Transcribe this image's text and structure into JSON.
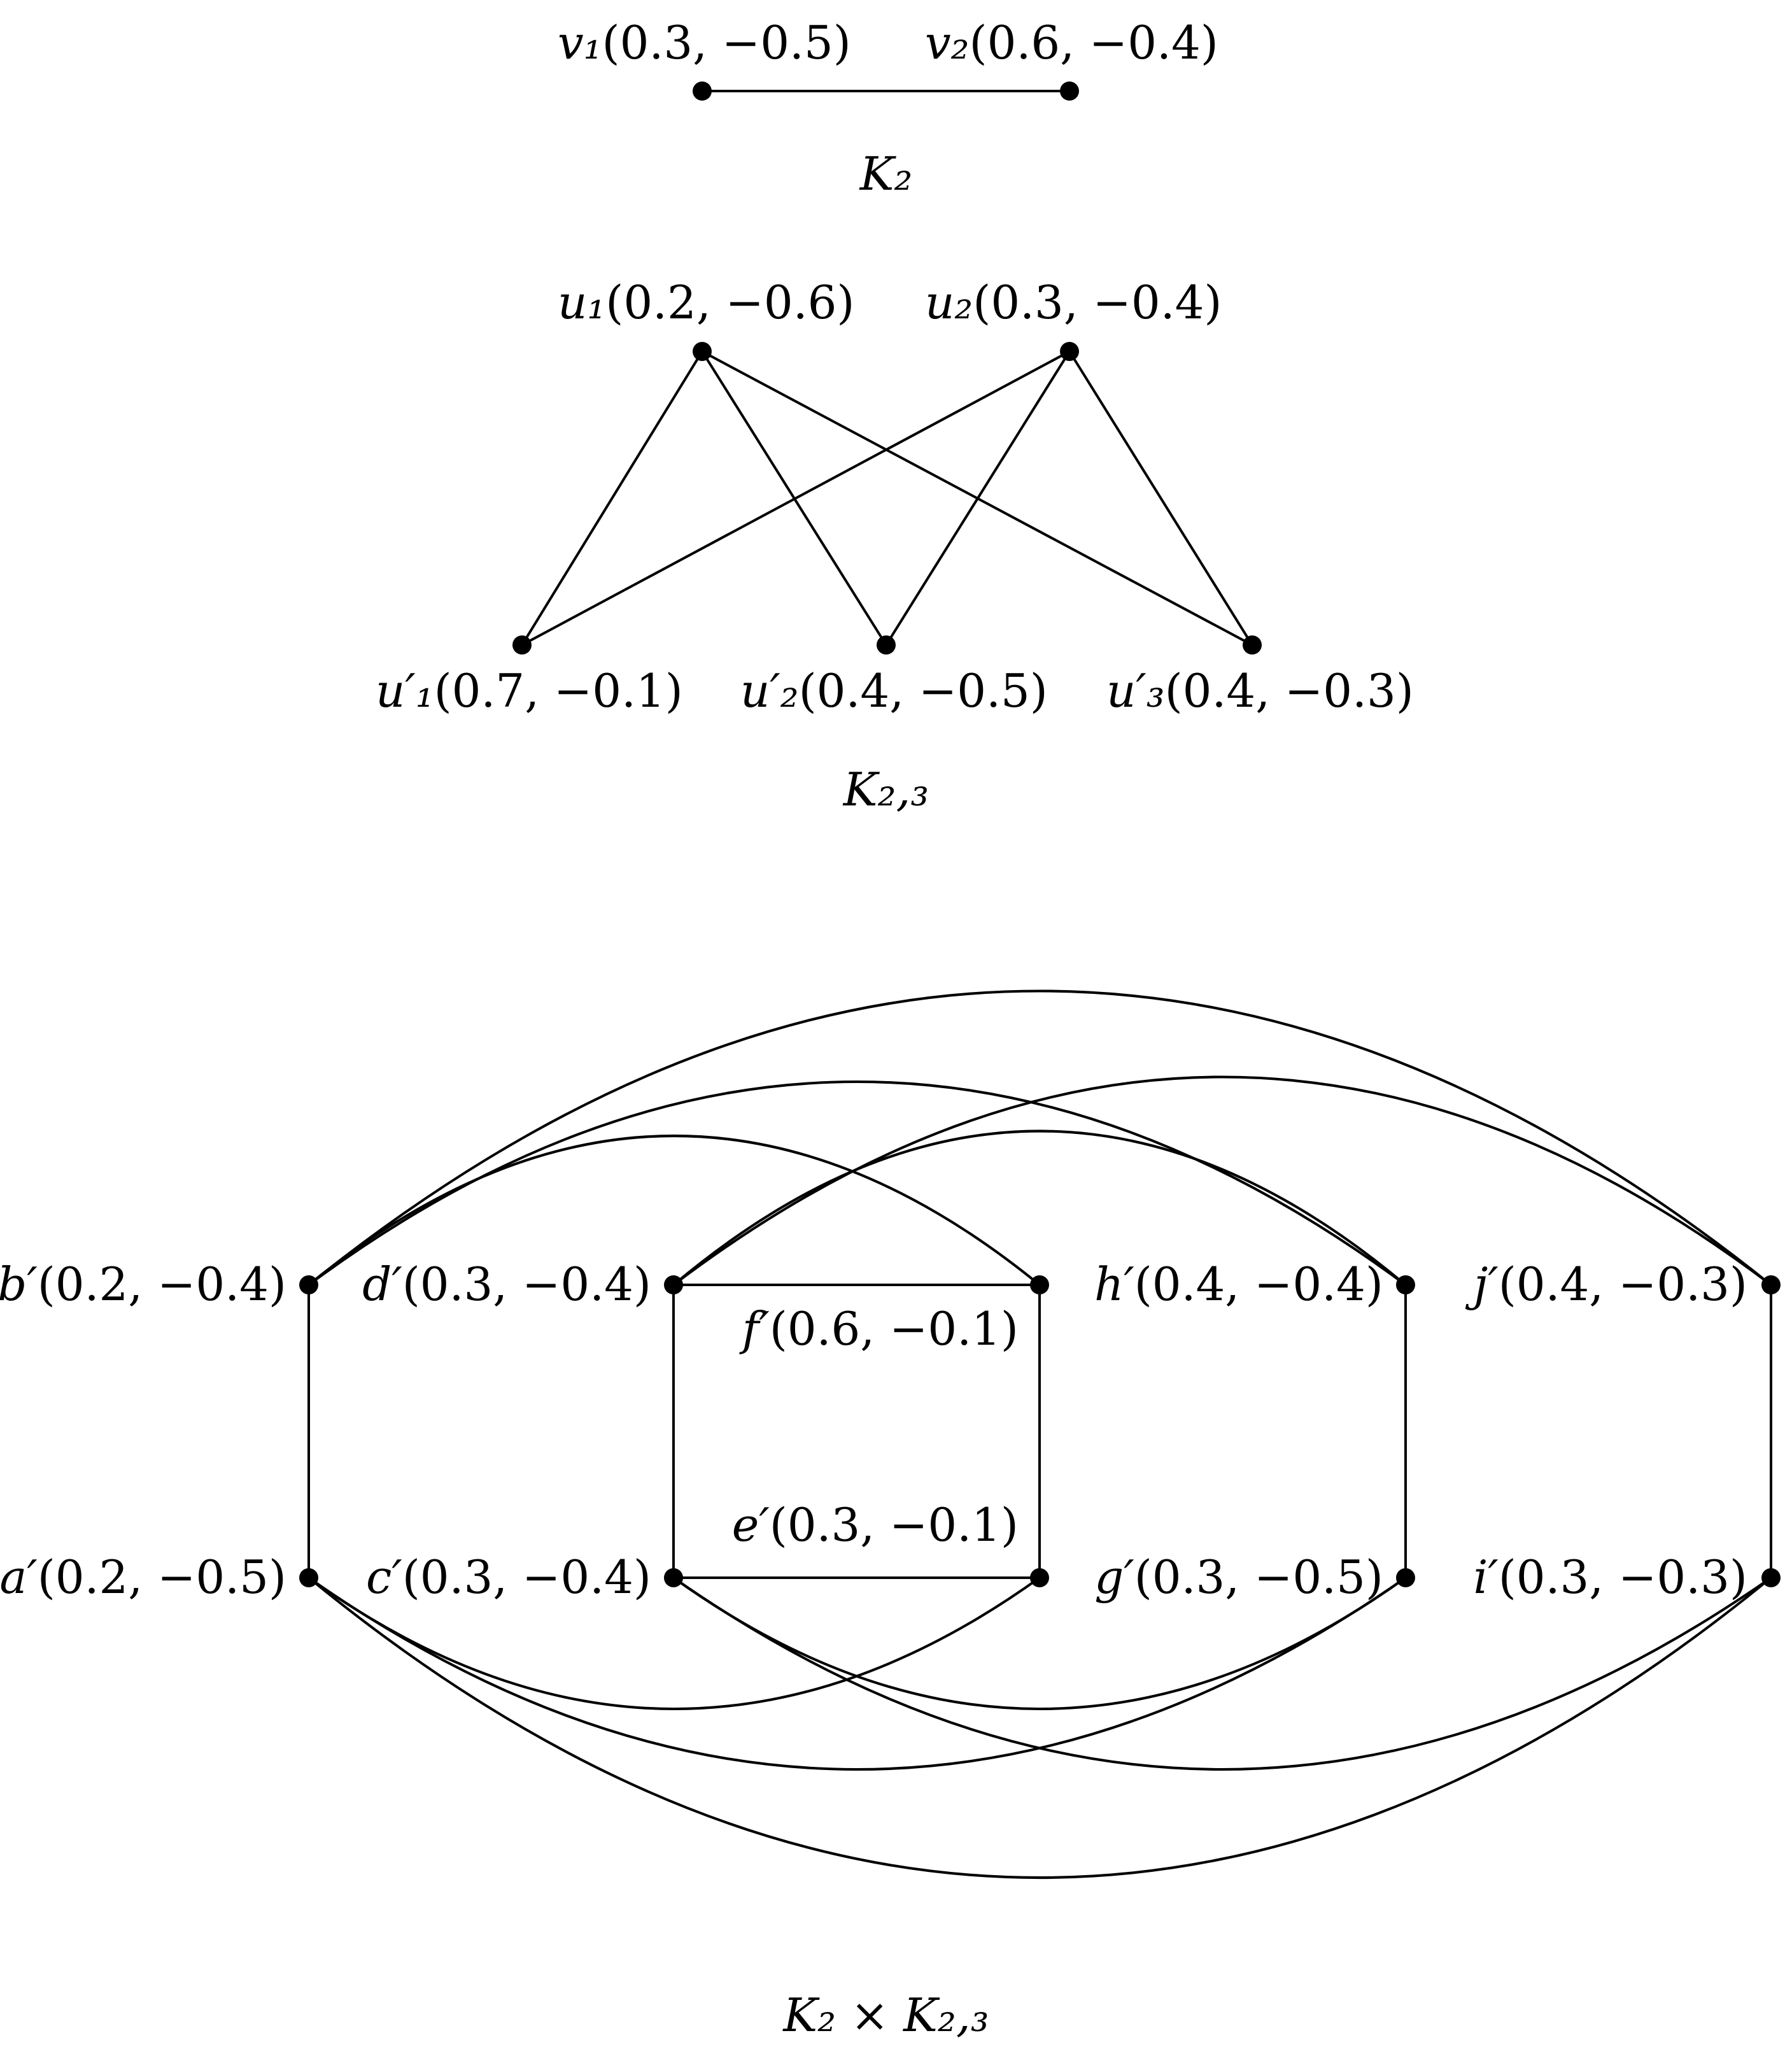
{
  "graphs": {
    "k2": {
      "caption": "K₂",
      "vertices": {
        "v1": {
          "name": "v₁",
          "value": "(0.3, −0.5)"
        },
        "v2": {
          "name": "v₂",
          "value": "(0.6, −0.4)"
        }
      },
      "edges": [
        [
          "v1",
          "v2"
        ]
      ]
    },
    "k23": {
      "caption": "K₂,₃",
      "vertices": {
        "u1": {
          "name": "u₁",
          "value": "(0.2, −0.6)"
        },
        "u2": {
          "name": "u₂",
          "value": "(0.3, −0.4)"
        },
        "u1p": {
          "name": "u′₁",
          "value": "(0.7, −0.1)"
        },
        "u2p": {
          "name": "u′₂",
          "value": "(0.4, −0.5)"
        },
        "u3p": {
          "name": "u′₃",
          "value": "(0.4, −0.3)"
        }
      },
      "edges": [
        [
          "u1",
          "u1p"
        ],
        [
          "u1",
          "u2p"
        ],
        [
          "u1",
          "u3p"
        ],
        [
          "u2",
          "u1p"
        ],
        [
          "u2",
          "u2p"
        ],
        [
          "u2",
          "u3p"
        ]
      ]
    },
    "product": {
      "caption": "K₂ × K₂,₃",
      "vertices": {
        "a": {
          "name": "a′",
          "value": "(0.2, −0.5)"
        },
        "b": {
          "name": "b′",
          "value": "(0.2, −0.4)"
        },
        "c": {
          "name": "c′",
          "value": "(0.3, −0.4)"
        },
        "d": {
          "name": "d′",
          "value": "(0.3, −0.4)"
        },
        "e": {
          "name": "e′",
          "value": "(0.3, −0.1)"
        },
        "f": {
          "name": "f′",
          "value": "(0.6, −0.1)"
        },
        "g": {
          "name": "g′",
          "value": "(0.3, −0.5)"
        },
        "h": {
          "name": "h′",
          "value": "(0.4, −0.4)"
        },
        "i": {
          "name": "i′",
          "value": "(0.3, −0.3)"
        },
        "j": {
          "name": "j′",
          "value": "(0.4, −0.3)"
        }
      },
      "edges": [
        [
          "a",
          "b"
        ],
        [
          "c",
          "d"
        ],
        [
          "e",
          "f"
        ],
        [
          "g",
          "h"
        ],
        [
          "i",
          "j"
        ],
        [
          "d",
          "f"
        ],
        [
          "c",
          "e"
        ],
        [
          "b",
          "f"
        ],
        [
          "b",
          "h"
        ],
        [
          "b",
          "j"
        ],
        [
          "d",
          "h"
        ],
        [
          "d",
          "j"
        ],
        [
          "a",
          "e"
        ],
        [
          "a",
          "g"
        ],
        [
          "a",
          "i"
        ],
        [
          "c",
          "g"
        ],
        [
          "c",
          "i"
        ]
      ]
    }
  }
}
